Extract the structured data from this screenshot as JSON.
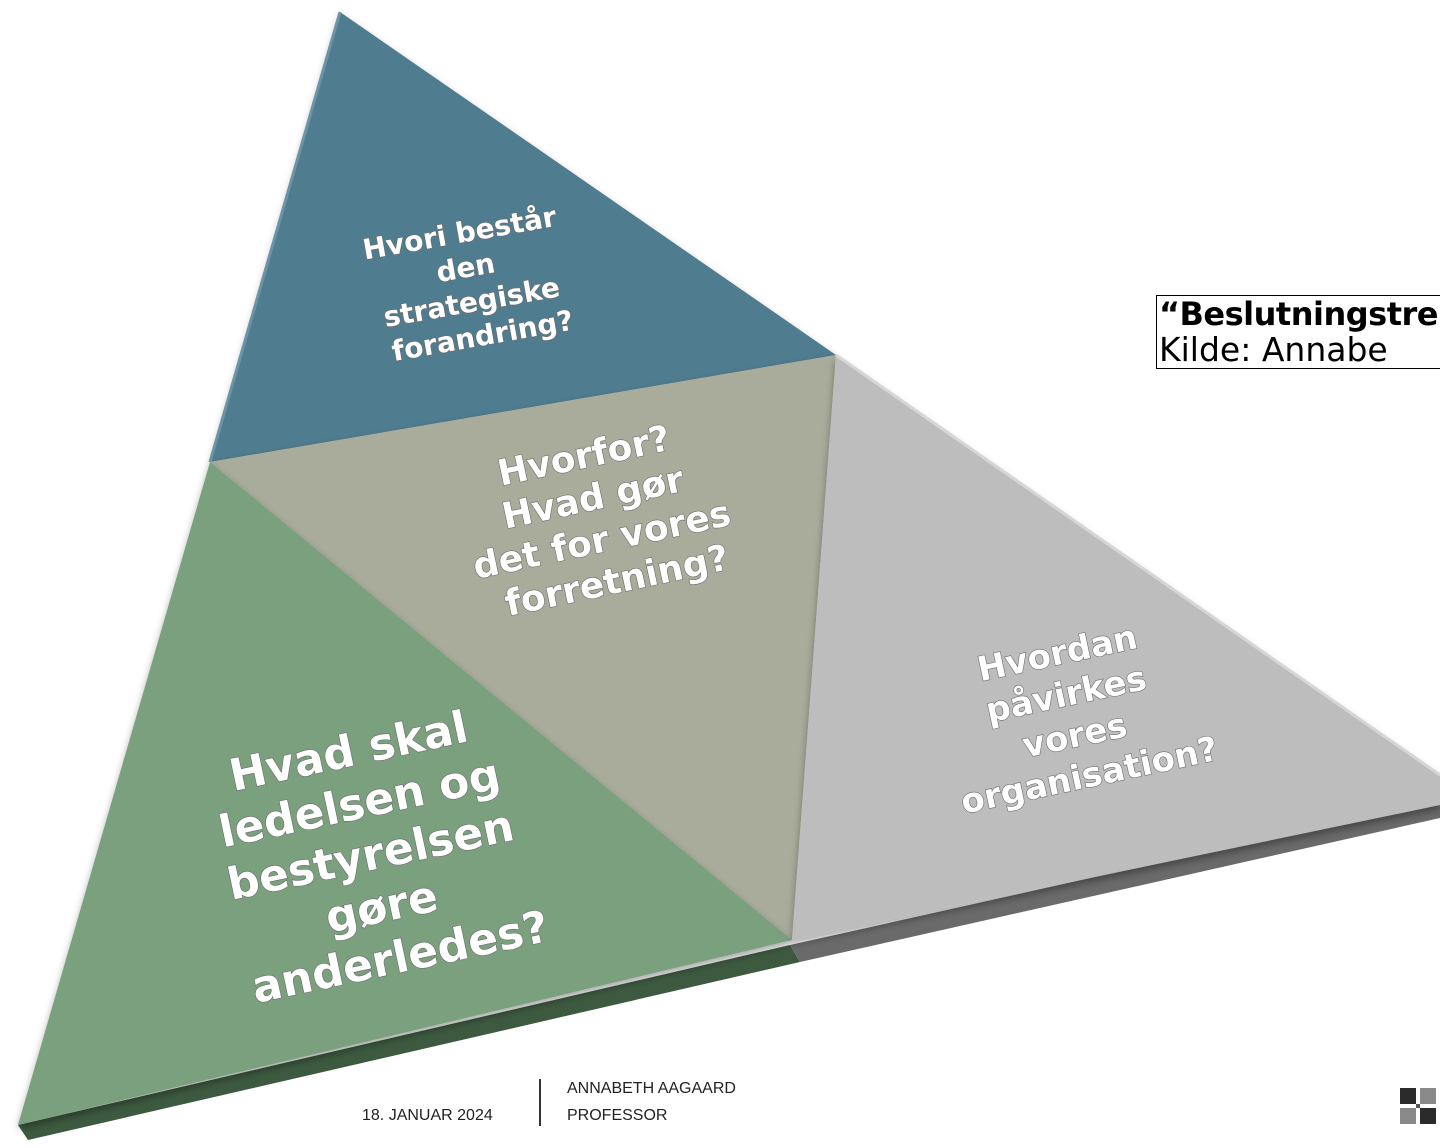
{
  "diagram": {
    "top_label": [
      "Hvori består",
      "den",
      "strategiske",
      "forandring?"
    ],
    "center_label": [
      "Hvorfor?",
      "Hvad gør",
      "det for vores",
      "forretning?"
    ],
    "left_label": [
      "Hvad skal",
      "ledelsen og",
      "bestyrelsen",
      "gøre",
      "anderledes?"
    ],
    "right_label": [
      "Hvordan",
      "påvirkes",
      "vores",
      "organisation?"
    ],
    "colors": {
      "top": "#4f7b8f",
      "center": "#a9ab9b",
      "left": "#7aa07e",
      "right": "#bdbdbd"
    }
  },
  "caption": {
    "title": "“Beslutningstre",
    "source": "Kilde: Annabe"
  },
  "footer": {
    "date": "18. JANUAR 2024",
    "name": "ANNABETH AAGAARD",
    "role": "PROFESSOR"
  }
}
